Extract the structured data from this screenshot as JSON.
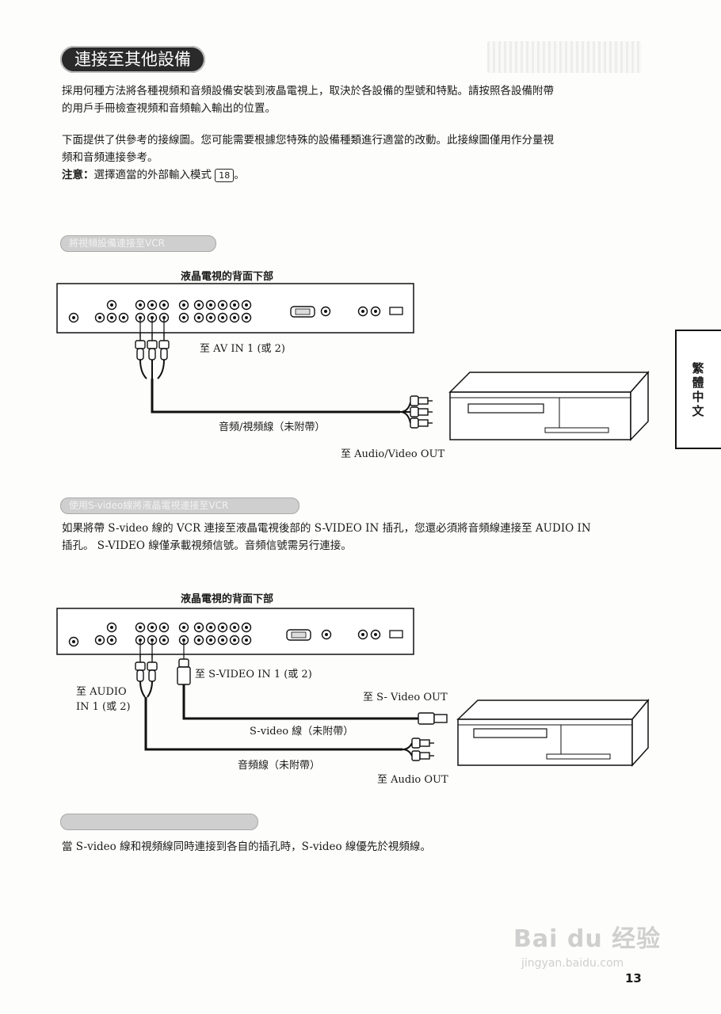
{
  "page": {
    "title": "連接至其他設備",
    "intro1_line1": "採用何種方法將各種視頻和音頻設備安裝到液晶電視上，取決於各設備的型號和特點。請按照各設備附帶",
    "intro1_line2": "的用戶手冊檢查視頻和音頻輸入輸出的位置。",
    "intro2_line1": "下面提供了供參考的接線圖。您可能需要根據您特殊的設備種類進行適當的改動。此接線圖僅用作分量視",
    "intro2_line2": "頻和音頻連接參考。",
    "note_label": "注意：",
    "note_text": "選擇適當的外部輸入模式",
    "note_ref": "18",
    "note_end": "。",
    "page_number": "13",
    "side_tab": "繁體中文"
  },
  "section1": {
    "bar_text": "將視頻設備連接至VCR",
    "diagram_title": "液晶電視的背面下部",
    "label_av_in": "至 AV IN 1 (或 2)",
    "label_cable": "音頻/視頻線（未附帶）",
    "label_out": "至 Audio/Video OUT"
  },
  "section2": {
    "bar_text": "使用S-video線將液晶電視連接至VCR",
    "paragraph_line1": "如果將帶 S-video 線的 VCR 連接至液晶電視後部的 S-VIDEO IN 插孔，您還必須將音頻線連接至 AUDIO IN",
    "paragraph_line2": "插孔。 S-VIDEO 線僅承載視頻信號。音頻信號需另行連接。",
    "diagram_title": "液晶電視的背面下部",
    "label_svideo_in": "至 S-VIDEO IN 1 (或 2)",
    "label_audio_in_1": "至 AUDIO",
    "label_audio_in_2": "IN 1 (或 2)",
    "label_svideo_out": "至 S- Video OUT",
    "label_svideo_cable": "S-video 線（未附帶）",
    "label_audio_cable": "音頻線（未附帶）",
    "label_audio_out": "至 Audio OUT"
  },
  "section3": {
    "paragraph": "當 S-video 線和視頻線同時連接到各自的插孔時，S-video 線優先於視頻線。"
  },
  "watermark": {
    "line1": "Bai du 经验",
    "line2": "jingyan.baidu.com"
  }
}
